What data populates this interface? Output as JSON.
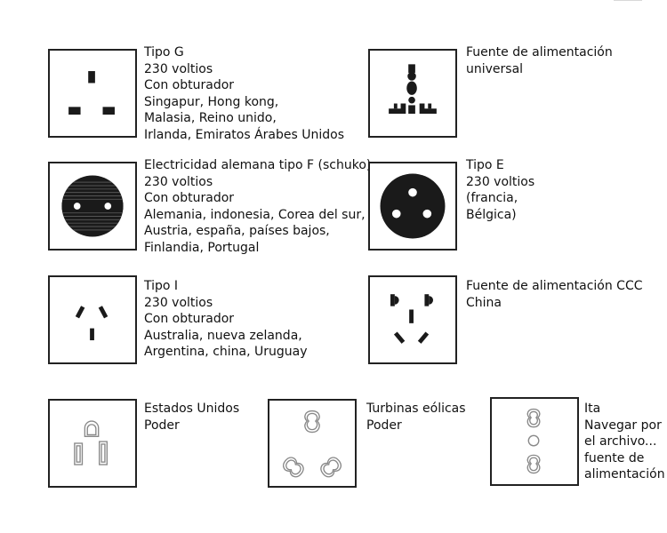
{
  "sockets": [
    {
      "id": "tipo-g",
      "lines": [
        "Tipo G",
        "230 voltios",
        "Con obturador",
        "Singapur, Hong kong,",
        "Malasia, Reino unido,",
        "Irlanda, Emiratos Árabes Unidos"
      ]
    },
    {
      "id": "universal",
      "lines": [
        "Fuente de alimentación",
        "universal"
      ]
    },
    {
      "id": "tipo-f",
      "lines": [
        "Electricidad alemana tipo F (schuko)",
        "230 voltios",
        "Con obturador",
        "Alemania, indonesia, Corea del sur,",
        "Austria, españa, países bajos,",
        "Finlandia, Portugal"
      ]
    },
    {
      "id": "tipo-e",
      "lines": [
        "Tipo E",
        "230 voltios",
        "(francia,",
        "Bélgica)"
      ]
    },
    {
      "id": "tipo-i",
      "lines": [
        "Tipo I",
        "230 voltios",
        "Con obturador",
        "Australia, nueva zelanda,",
        "Argentina, china, Uruguay"
      ]
    },
    {
      "id": "ccc",
      "lines": [
        "Fuente de alimentación CCC",
        "China"
      ]
    },
    {
      "id": "usa",
      "lines": [
        "Estados Unidos",
        "Poder"
      ]
    },
    {
      "id": "turbinas",
      "lines": [
        "Turbinas eólicas",
        "Poder"
      ]
    },
    {
      "id": "ita",
      "lines": [
        "Ita",
        "Navegar por",
        "el archivo...",
        "fuente de",
        "alimentación"
      ]
    }
  ],
  "colors": {
    "border": "#222222",
    "socket_fill": "#1a1a1a",
    "outline_pin": "#888888"
  }
}
